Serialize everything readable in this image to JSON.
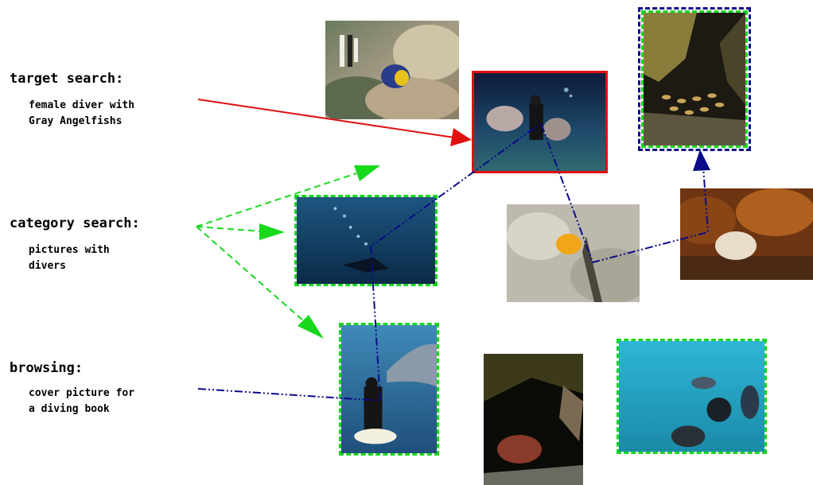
{
  "sections": {
    "target": {
      "heading": "target search:",
      "line1": "female diver with",
      "line2": "Gray Angelfishs"
    },
    "category": {
      "heading": "category search:",
      "line1": "pictures with",
      "line2": "divers"
    },
    "browsing": {
      "heading": "browsing:",
      "line1": "cover picture for",
      "line2": "a diving book"
    }
  },
  "colors": {
    "target_arrow": "#e01010",
    "category_arrow": "#18d81c",
    "browse_path": "#0a0a8a"
  },
  "photos": [
    {
      "name": "photo-reef-angelfish",
      "border": "none"
    },
    {
      "name": "photo-diver-gray-angelfish",
      "border": "red-solid"
    },
    {
      "name": "photo-cave-fish-school",
      "border": "blue-dashdot+green-dashed"
    },
    {
      "name": "photo-diver-bubbles",
      "border": "green-dashed"
    },
    {
      "name": "photo-yellow-fish-reef",
      "border": "none"
    },
    {
      "name": "photo-hermit-shell",
      "border": "none"
    },
    {
      "name": "photo-diver-dolphin",
      "border": "green-dashed"
    },
    {
      "name": "photo-grouper-coral",
      "border": "none"
    },
    {
      "name": "photo-diver-fish-blue",
      "border": "green-dashed"
    }
  ]
}
